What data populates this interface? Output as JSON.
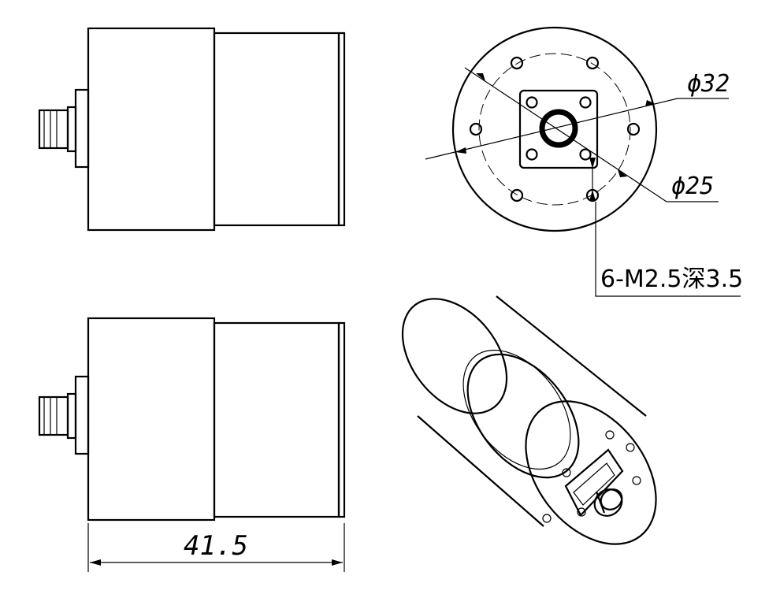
{
  "dimensions": {
    "outer_circle_label": "ϕ32",
    "bolt_circle_label": "ϕ25",
    "thread_callout": "6-M2.5深3.5",
    "overall_length": "41.5"
  }
}
